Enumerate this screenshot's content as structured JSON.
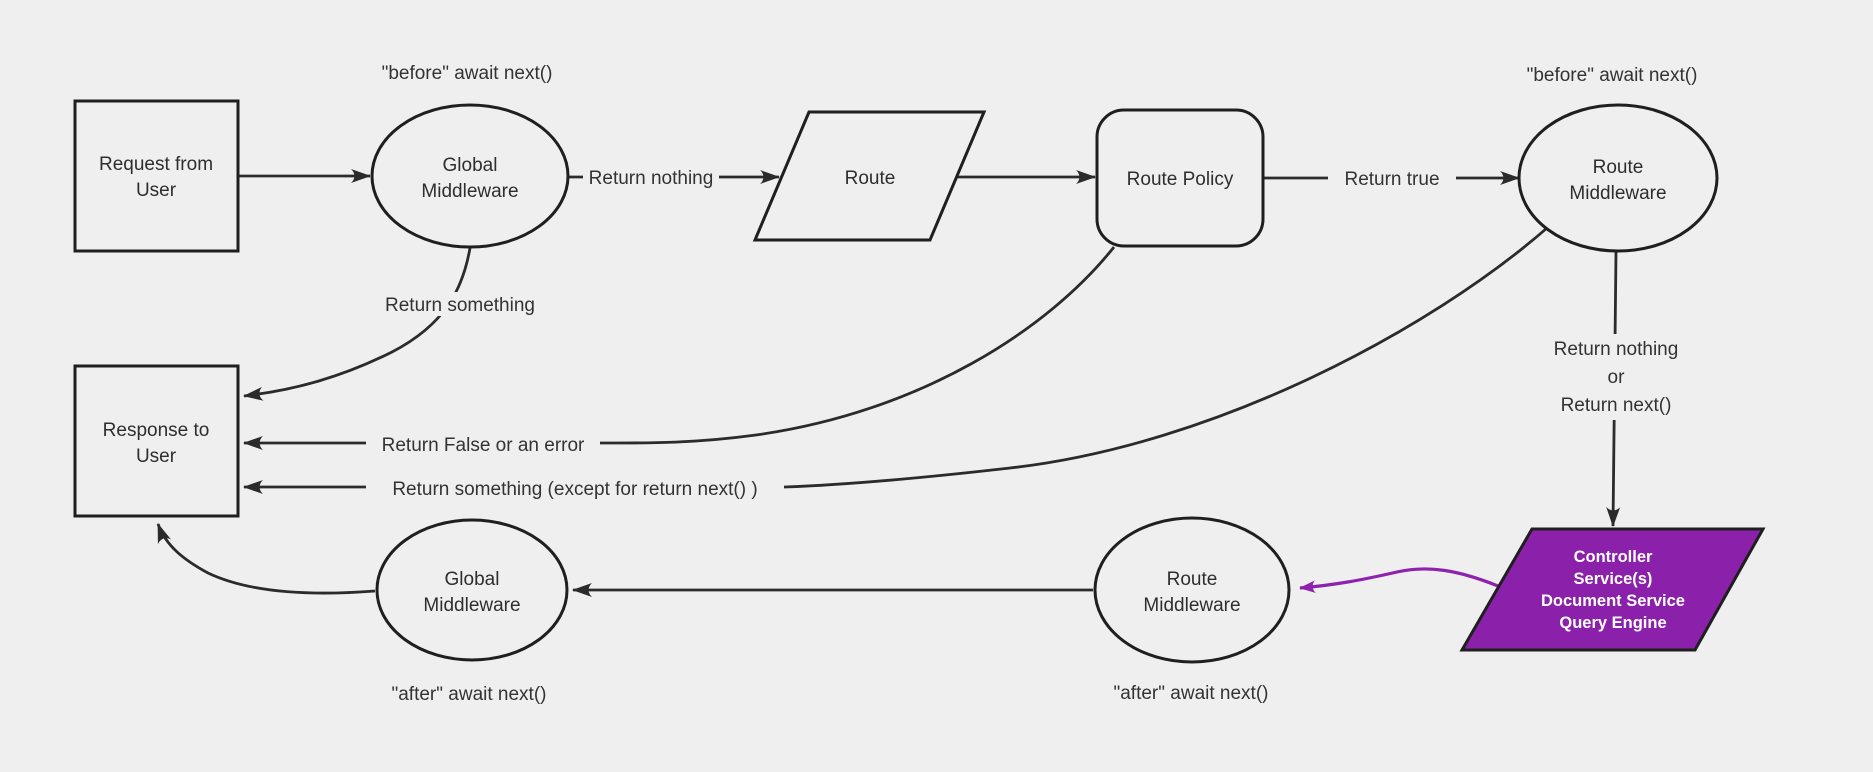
{
  "colors": {
    "background": "#efefef",
    "node_fill": "#efefef",
    "node_stroke": "#1f1f1f",
    "edge_stroke": "#2b2b2b",
    "text": "#333333",
    "highlight_fill": "#8b21aa",
    "highlight_stroke": "#8e22ac",
    "highlight_text": "#ffffff"
  },
  "nodes": {
    "request": {
      "shape": "rectangle",
      "lines": [
        "Request from",
        "User"
      ]
    },
    "global_middleware_top": {
      "shape": "ellipse",
      "lines": [
        "Global",
        "Middleware"
      ],
      "annotation": "\"before\" await next()"
    },
    "route": {
      "shape": "parallelogram",
      "lines": [
        "Route"
      ]
    },
    "route_policy": {
      "shape": "rounded-rectangle",
      "lines": [
        "Route Policy"
      ]
    },
    "route_middleware_top": {
      "shape": "ellipse",
      "lines": [
        "Route",
        "Middleware"
      ],
      "annotation": "\"before\" await next()"
    },
    "controller": {
      "shape": "parallelogram",
      "lines": [
        "Controller",
        "Service(s)",
        "Document Service",
        "Query Engine"
      ]
    },
    "route_middleware_bottom": {
      "shape": "ellipse",
      "lines": [
        "Route",
        "Middleware"
      ],
      "annotation": "\"after\" await next()"
    },
    "global_middleware_bottom": {
      "shape": "ellipse",
      "lines": [
        "Global",
        "Middleware"
      ],
      "annotation": "\"after\" await next()"
    },
    "response": {
      "shape": "rectangle",
      "lines": [
        "Response to",
        "User"
      ]
    }
  },
  "edge_labels": {
    "global_to_route": "Return nothing",
    "policy_to_route_middleware": "Return true",
    "global_to_response": "Return something",
    "policy_to_response": "Return False or an error",
    "route_middleware_to_response": "Return something (except for return next() )",
    "route_middleware_to_controller": {
      "lines": [
        "Return nothing",
        "or",
        "Return next()"
      ]
    }
  }
}
